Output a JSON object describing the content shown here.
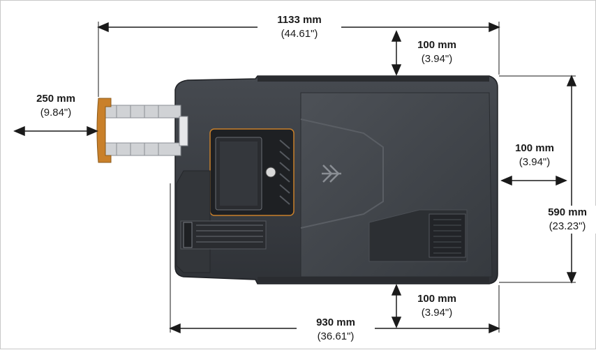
{
  "dimensions": {
    "overall_length": {
      "metric": "1133 mm",
      "imperial": "(44.61\")"
    },
    "top_clearance": {
      "metric": "100 mm",
      "imperial": "(3.94\")"
    },
    "loader_clearance": {
      "metric": "250 mm",
      "imperial": "(9.84\")"
    },
    "side_clearance": {
      "metric": "100 mm",
      "imperial": "(3.94\")"
    },
    "depth": {
      "metric": "590 mm",
      "imperial": "(23.23\")"
    },
    "bottom_clearance": {
      "metric": "100 mm",
      "imperial": "(3.94\")"
    },
    "body_length": {
      "metric": "930 mm",
      "imperial": "(36.61\")"
    }
  },
  "colors": {
    "machine_body": "#3a3d42",
    "machine_dark": "#26282c",
    "accent_orange": "#c9802a",
    "line": "#1a1a1a"
  },
  "icons": [
    "brand-logo-icon",
    "arrow-icon"
  ]
}
